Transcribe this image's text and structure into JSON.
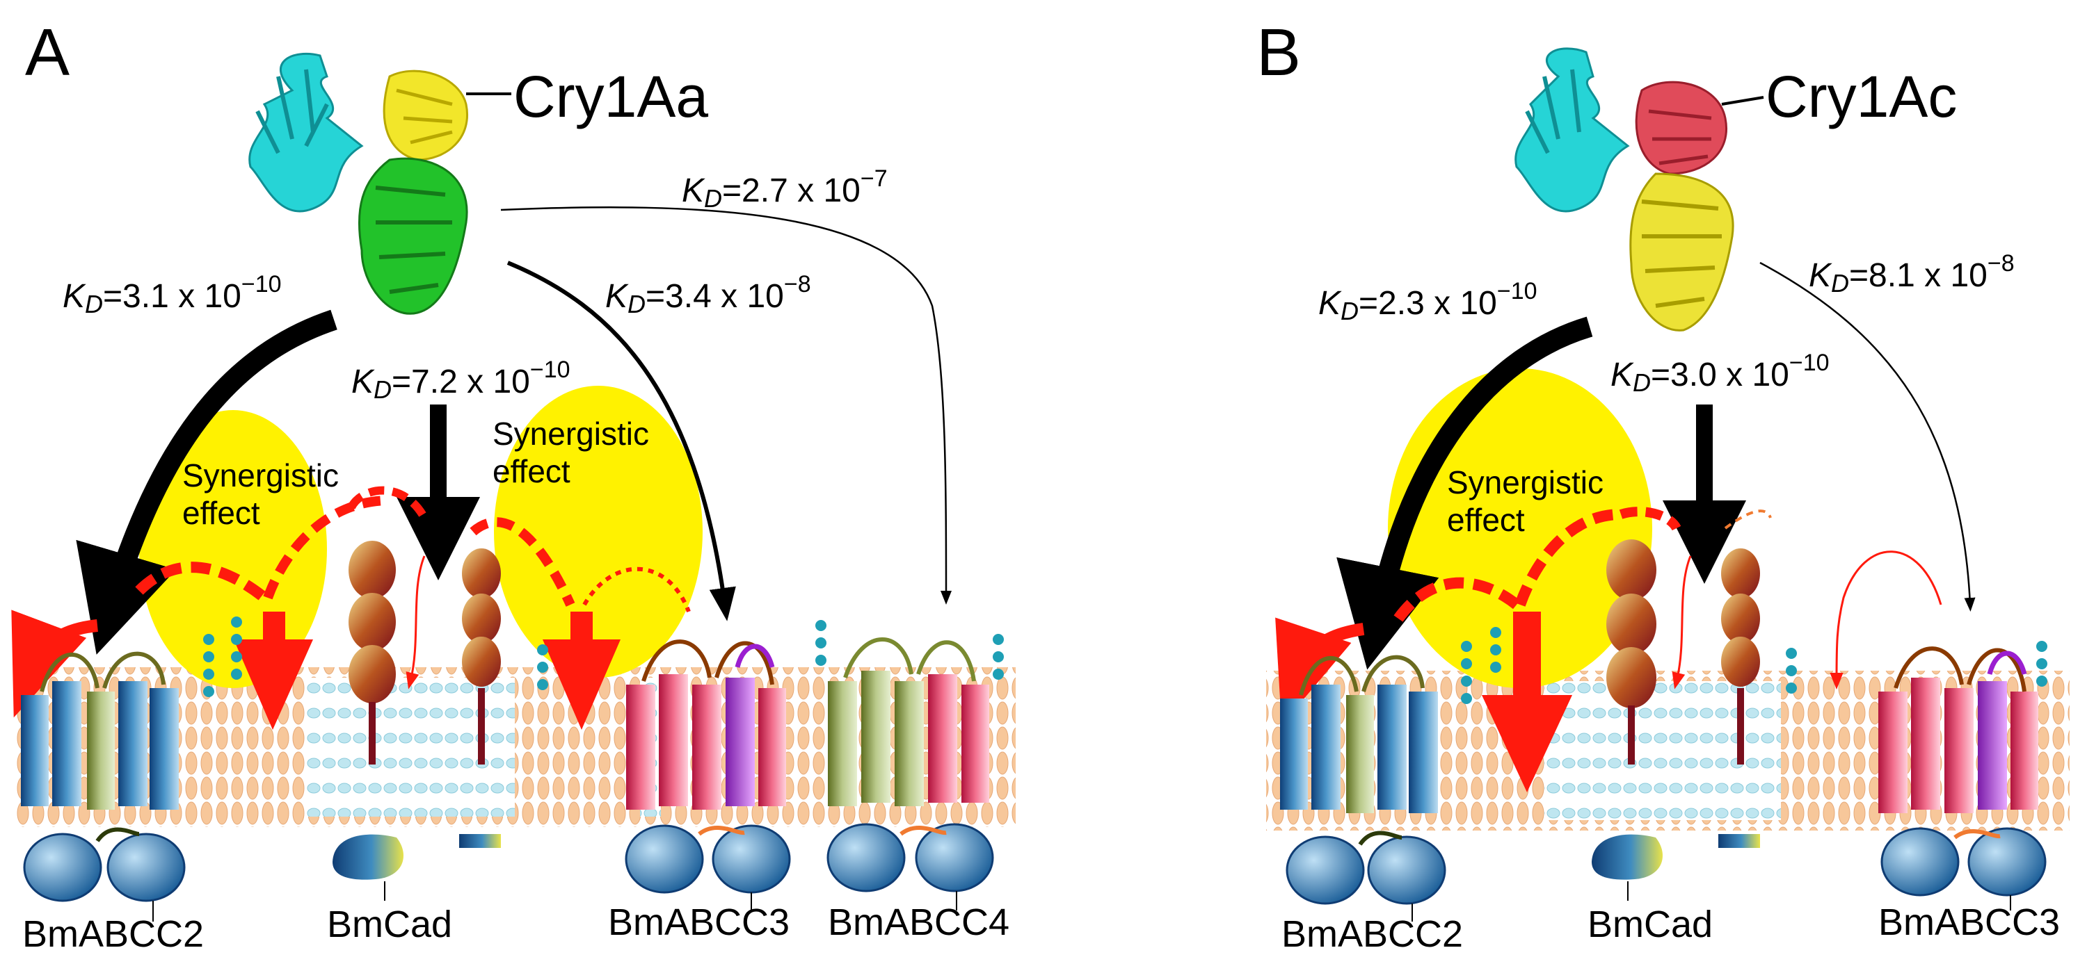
{
  "panels": [
    {
      "letter": "A",
      "toxin": "Cry1Aa",
      "kd": {
        "abcc2": {
          "prefix": "K",
          "sub": "D",
          "value": "=3.1 x 10",
          "exp": "−10"
        },
        "cad": {
          "prefix": "K",
          "sub": "D",
          "value": "=7.2 x 10",
          "exp": "−10"
        },
        "abcc3": {
          "prefix": "K",
          "sub": "D",
          "value": "=3.4 x 10",
          "exp": "−8"
        },
        "abcc4": {
          "prefix": "K",
          "sub": "D",
          "value": "=2.7 x 10",
          "exp": "−7"
        }
      },
      "synergy": [
        {
          "line1": "Synergistic",
          "line2": "effect"
        },
        {
          "line1": "Synergistic",
          "line2": "effect"
        }
      ],
      "receptors": [
        "BmABCC2",
        "BmCad",
        "BmABCC3",
        "BmABCC4"
      ]
    },
    {
      "letter": "B",
      "toxin": "Cry1Ac",
      "kd": {
        "abcc2": {
          "prefix": "K",
          "sub": "D",
          "value": "=2.3 x 10",
          "exp": "−10"
        },
        "cad": {
          "prefix": "K",
          "sub": "D",
          "value": "=3.0 x 10",
          "exp": "−10"
        },
        "abcc3": {
          "prefix": "K",
          "sub": "D",
          "value": "=8.1 x 10",
          "exp": "−8"
        }
      },
      "synergy": [
        {
          "line1": "Synergistic",
          "line2": "effect"
        }
      ],
      "receptors": [
        "BmABCC2",
        "BmCad",
        "BmABCC3"
      ]
    }
  ],
  "colors": {
    "domain_I": "#26d4d6",
    "domain_II_A": "#f2e62a",
    "domain_III_A": "#22c22a",
    "domain_II_B": "#e04b5a",
    "domain_III_B": "#ece236",
    "synergy_zone": "#fff200",
    "arrow": "#000000",
    "red_arrow": "#ff1a0d",
    "lipid_tail": "#f7c79a",
    "raft_lipid": "#bfe6f0"
  }
}
